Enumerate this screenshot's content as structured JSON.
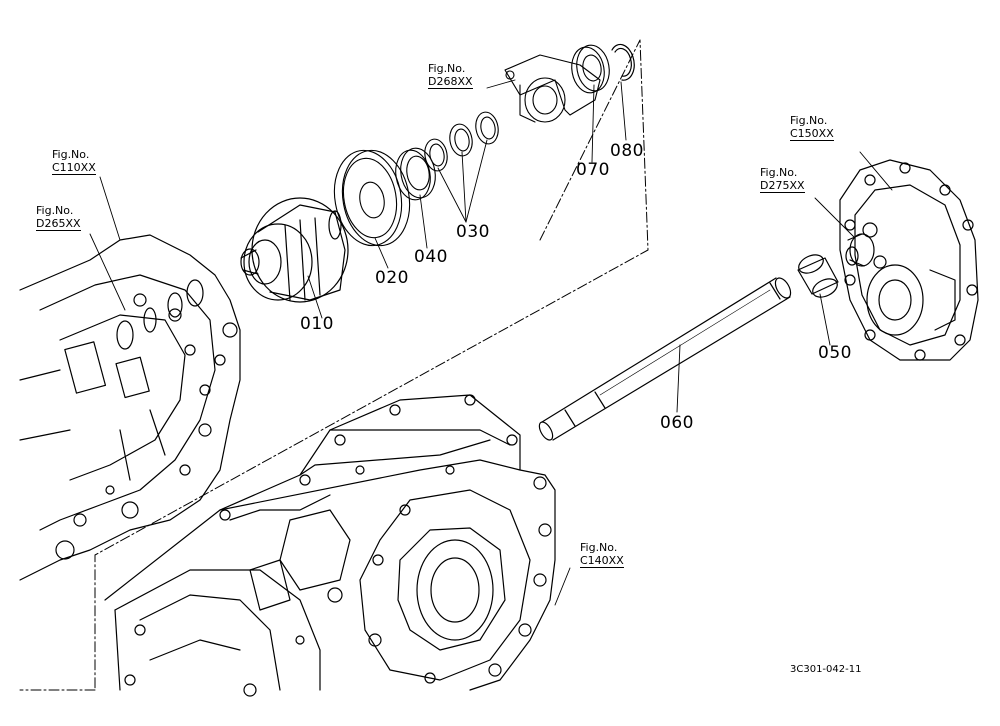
{
  "parts": [
    {
      "id": "p010",
      "number": "010"
    },
    {
      "id": "p020",
      "number": "020"
    },
    {
      "id": "p030",
      "number": "030"
    },
    {
      "id": "p040",
      "number": "040"
    },
    {
      "id": "p050",
      "number": "050"
    },
    {
      "id": "p060",
      "number": "060"
    },
    {
      "id": "p070",
      "number": "070"
    },
    {
      "id": "p080",
      "number": "080"
    }
  ],
  "figure_refs": [
    {
      "id": "c110",
      "label": "Fig.No.",
      "code": "C110XX"
    },
    {
      "id": "d265",
      "label": "Fig.No.",
      "code": "D265XX"
    },
    {
      "id": "d268",
      "label": "Fig.No.",
      "code": "D268XX"
    },
    {
      "id": "c150",
      "label": "Fig.No.",
      "code": "C150XX"
    },
    {
      "id": "d275",
      "label": "Fig.No.",
      "code": "D275XX"
    },
    {
      "id": "c140",
      "label": "Fig.No.",
      "code": "C140XX"
    }
  ],
  "drawing_ref": "3C301-042-11"
}
